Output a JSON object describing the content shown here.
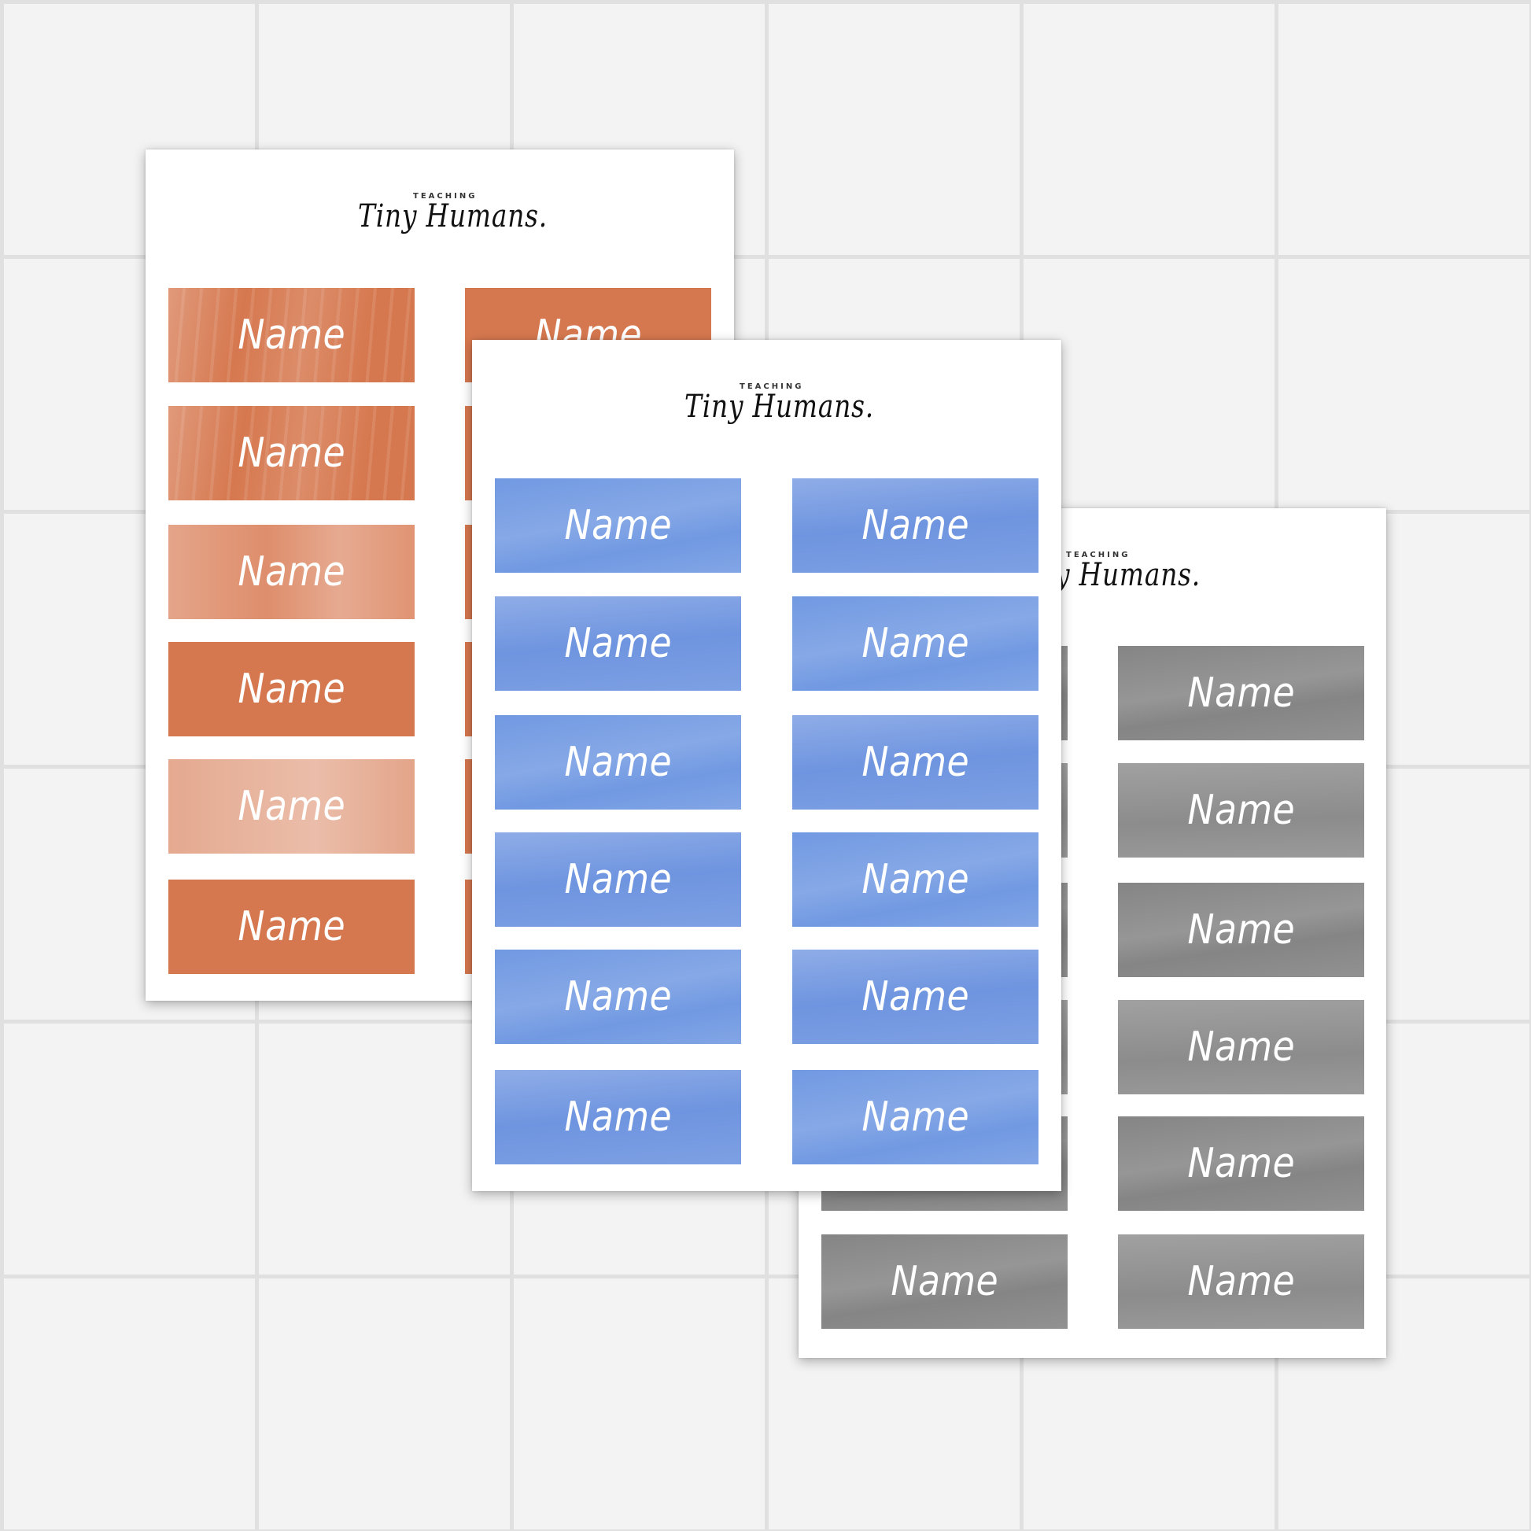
{
  "logo": {
    "small_text": "TEACHING",
    "script_text": "Tiny Humans."
  },
  "label_text": "Name",
  "colors": {
    "orange": "#d6784f",
    "blue": "#7199e2",
    "gray": "#858585",
    "background": "#f3f3f3",
    "grid_line": "#e0e0e0"
  },
  "sheets": [
    {
      "id": "orange",
      "label_color": "orange",
      "columns": 2,
      "rows": 6
    },
    {
      "id": "blue",
      "label_color": "blue",
      "columns": 2,
      "rows": 6
    },
    {
      "id": "gray",
      "label_color": "gray",
      "columns": 2,
      "rows": 6
    }
  ]
}
